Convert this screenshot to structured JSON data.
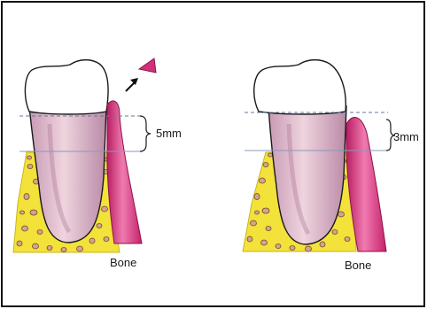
{
  "figure": {
    "left_measure_label": "5mm",
    "right_measure_label": "3mm",
    "left_tissue_label": "Bone",
    "right_tissue_label": "Bone"
  },
  "colors": {
    "outline": "#1a1a1a",
    "enamel": "#ffffff",
    "root": "#e8c8d4",
    "root_shade": "#b98aa6",
    "bone": "#f2e23a",
    "bone_pore": "#d9a18c",
    "gingiva": "#d2307a",
    "gingiva_highlight": "#f07ab0",
    "guide_line": "#8899bb"
  },
  "icons": [
    "removal-arrow-icon",
    "excised-tissue-wedge-icon"
  ]
}
